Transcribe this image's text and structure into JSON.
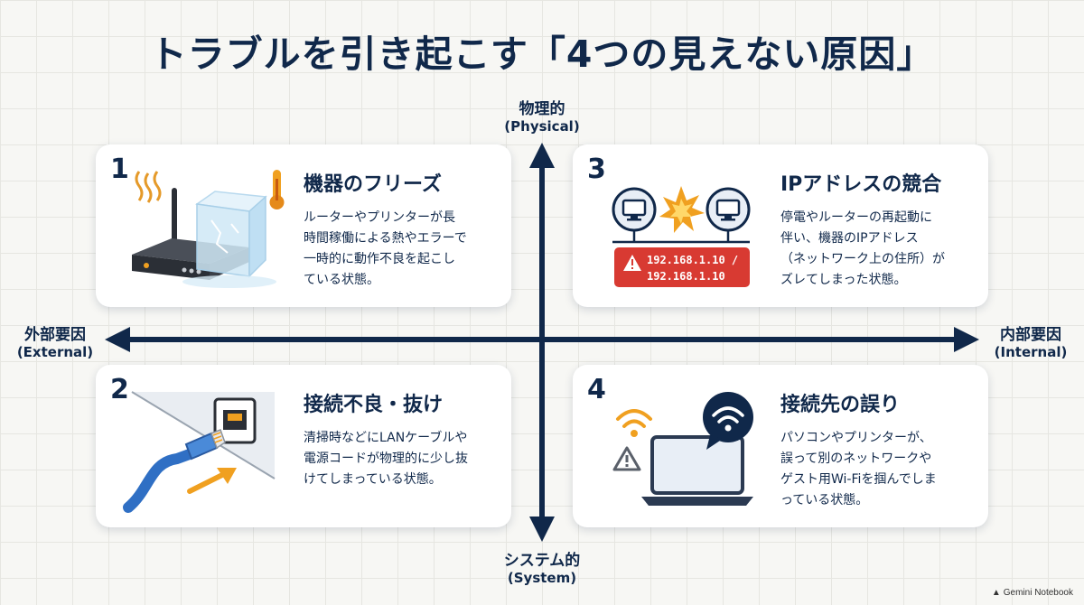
{
  "title": "トラブルを引き起こす「4つの見えない原因」",
  "axes": {
    "top": {
      "jp": "物理的",
      "en": "(Physical)"
    },
    "bottom": {
      "jp": "システム的",
      "en": "(System)"
    },
    "left": {
      "jp": "外部要因",
      "en": "(External)"
    },
    "right": {
      "jp": "内部要因",
      "en": "(Internal)"
    }
  },
  "cards": [
    {
      "number": "1",
      "title": "機器のフリーズ",
      "description": "ルーターやプリンターが長\n時間稼働による熱やエラーで\n一時的に動作不良を起こし\nている状態。",
      "icon": "frozen-router-icon"
    },
    {
      "number": "2",
      "title": "接続不良・抜け",
      "description": "清掃時などにLANケーブルや\n電源コードが物理的に少し抜\nけてしまっている状態。",
      "icon": "lan-cable-icon"
    },
    {
      "number": "3",
      "title": "IPアドレスの競合",
      "description": "停電やルーターの再起動に\n伴い、機器のIPアドレス\n（ネットワーク上の住所）が\nズレてしまった状態。",
      "icon": "ip-conflict-icon",
      "badge": "192.168.1.10 /\n192.168.1.10"
    },
    {
      "number": "4",
      "title": "接続先の誤り",
      "description": "パソコンやプリンターが、\n誤って別のネットワークや\nゲスト用Wi-Fiを掴んでしま\nっている状態。",
      "icon": "laptop-wifi-icon"
    }
  ],
  "footer": {
    "brand": "Gemini Notebook"
  },
  "colors": {
    "navy": "#10284a",
    "accent_orange": "#f0a020",
    "alert_red": "#d83a32"
  }
}
